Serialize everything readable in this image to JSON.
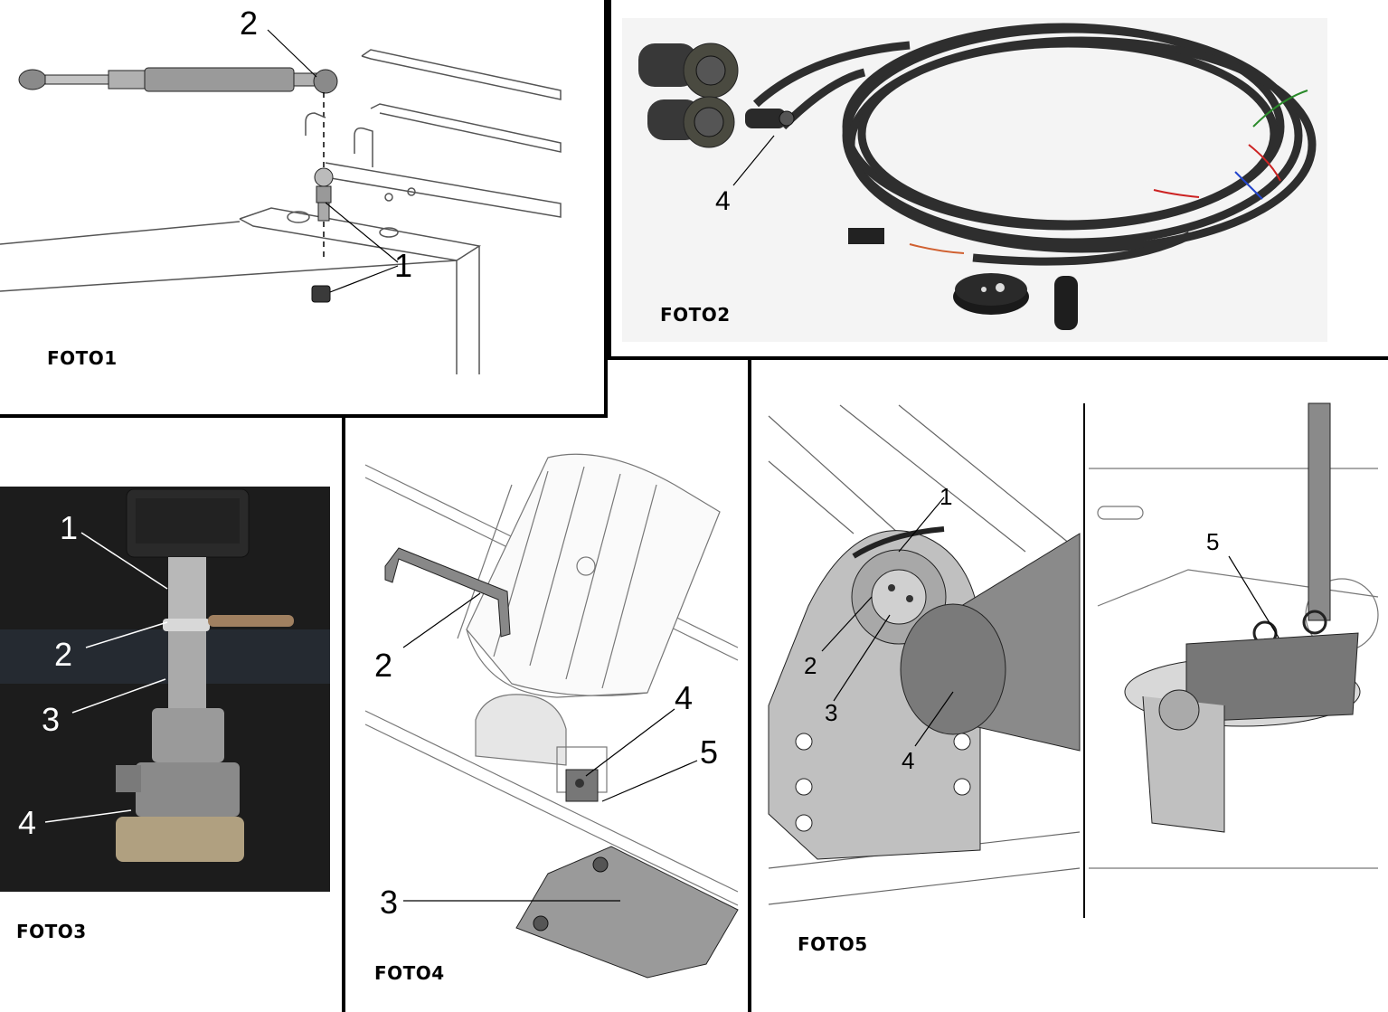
{
  "panels": [
    {
      "id": "foto1",
      "caption": "FOTO1",
      "callouts": [
        "1",
        "2"
      ]
    },
    {
      "id": "foto2",
      "caption": "FOTO2",
      "callouts": [
        "4"
      ]
    },
    {
      "id": "foto3",
      "caption": "FOTO3",
      "callouts": [
        "1",
        "2",
        "3",
        "4"
      ]
    },
    {
      "id": "foto4",
      "caption": "FOTO4",
      "callouts": [
        "2",
        "4",
        "5",
        "3"
      ]
    },
    {
      "id": "foto5",
      "caption": "FOTO5",
      "callouts": [
        "1",
        "2",
        "3",
        "4",
        "5"
      ]
    }
  ],
  "colors": {
    "line": "#000000",
    "part_gray": "#9a9a9a",
    "dark_gray": "#3a3a3a",
    "cable": "#2e2e2e",
    "photo_bg": "#1c1c1c"
  }
}
